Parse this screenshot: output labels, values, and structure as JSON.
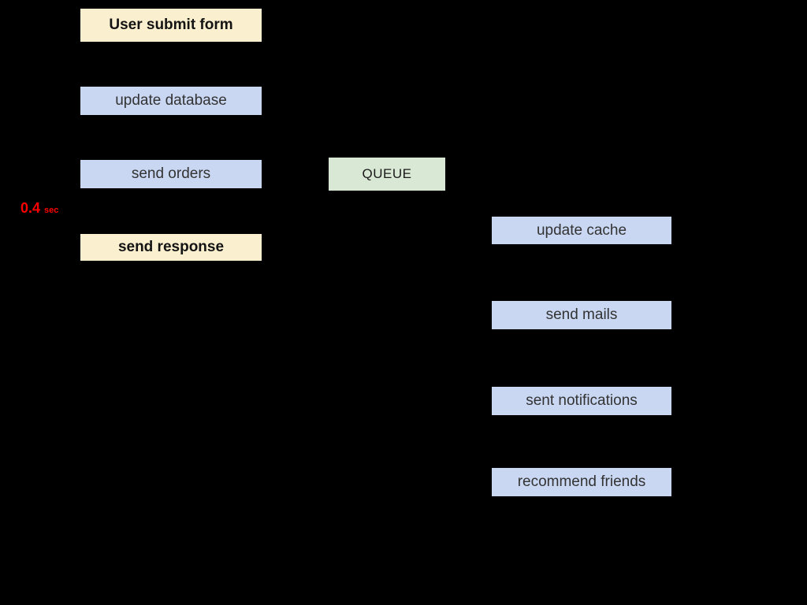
{
  "diagram": {
    "background": "#000000",
    "timing_label": {
      "value": "0.4",
      "unit": "sec",
      "color": "#ff0000"
    },
    "queue": {
      "label": "QUEUE",
      "fill": "#d9e8d4"
    },
    "left_flow": [
      {
        "label": "User submit form",
        "fill": "#faefce"
      },
      {
        "label": "update database",
        "fill": "#c9d7f2"
      },
      {
        "label": "send orders",
        "fill": "#c9d7f2"
      },
      {
        "label": "send response",
        "fill": "#faefce"
      }
    ],
    "right_flow": [
      {
        "label": "update cache",
        "fill": "#c9d7f2"
      },
      {
        "label": "send mails",
        "fill": "#c9d7f2"
      },
      {
        "label": "sent notifications",
        "fill": "#c9d7f2"
      },
      {
        "label": "recommend friends",
        "fill": "#c9d7f2"
      }
    ]
  }
}
